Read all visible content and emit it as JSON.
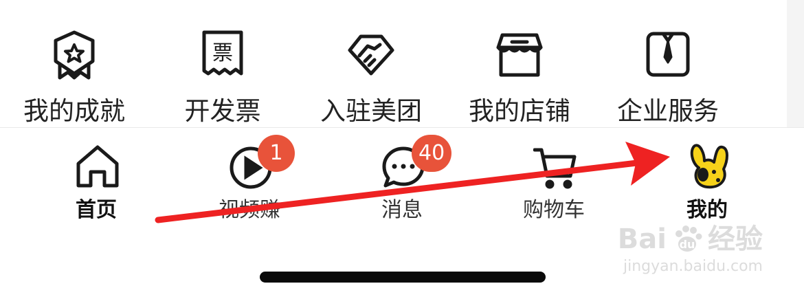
{
  "services": [
    {
      "label": "我的成就",
      "icon": "achievement-badge-icon"
    },
    {
      "label": "开发票",
      "icon": "invoice-ticket-icon",
      "glyph": "票"
    },
    {
      "label": "入驻美团",
      "icon": "handshake-icon"
    },
    {
      "label": "我的店铺",
      "icon": "storefront-icon"
    },
    {
      "label": "企业服务",
      "icon": "briefcase-tie-icon"
    }
  ],
  "tabbar": {
    "tabs": [
      {
        "label": "首页",
        "icon": "home-icon",
        "active": true
      },
      {
        "label": "视频赚",
        "icon": "video-play-icon",
        "badge": "1"
      },
      {
        "label": "消息",
        "icon": "chat-bubble-icon",
        "badge": "40"
      },
      {
        "label": "购物车",
        "icon": "shopping-cart-icon"
      },
      {
        "label": "我的",
        "icon": "mascot-kangaroo-icon",
        "active": true
      }
    ]
  },
  "watermark": {
    "brand": "Bai",
    "brand_suffix": "经验",
    "url": "jingyan.baidu.com"
  },
  "colors": {
    "badge": "#e8533a",
    "arrow": "#ee2222",
    "mascot": "#f6d21a"
  }
}
